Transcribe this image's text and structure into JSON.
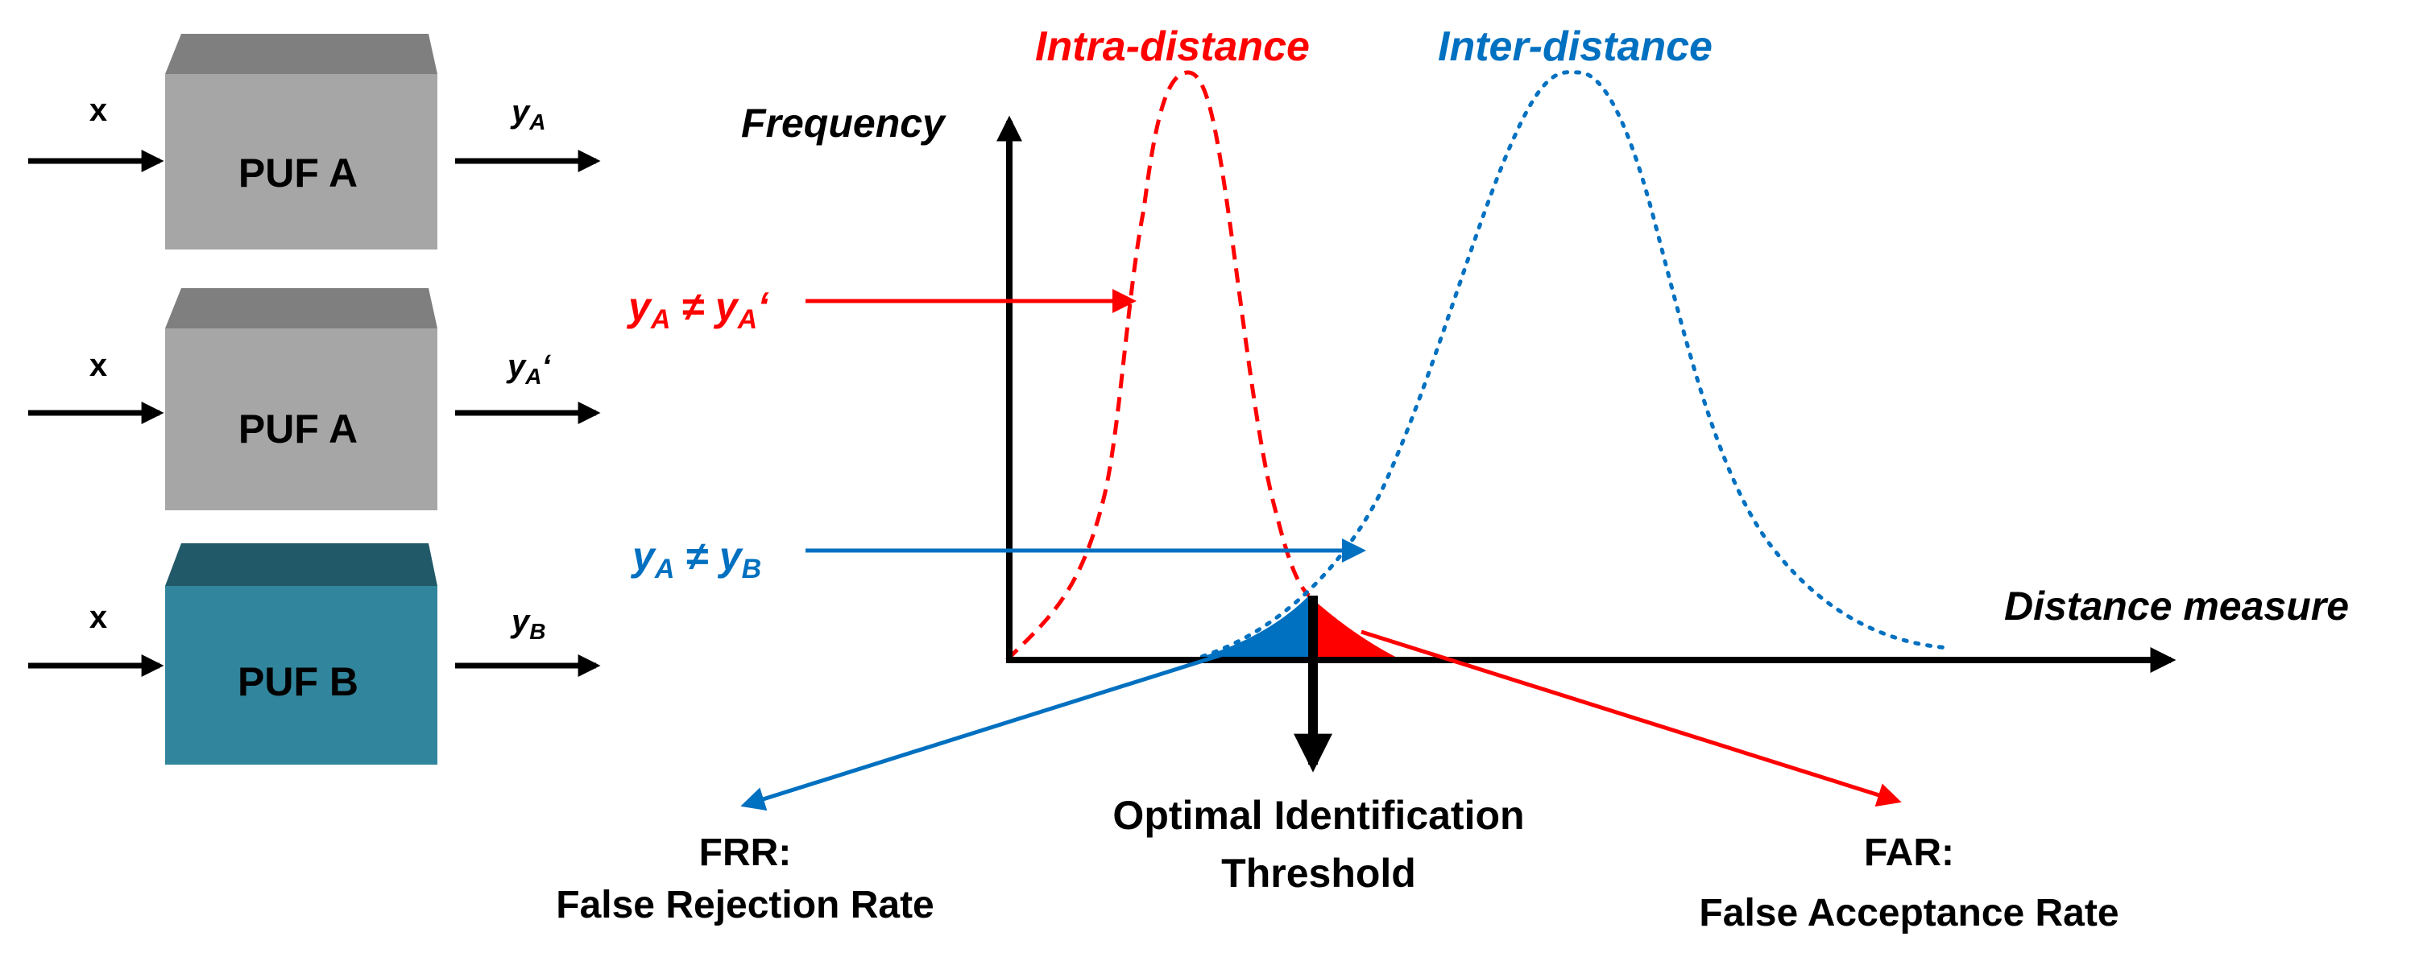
{
  "colors": {
    "intra": "#ff0000",
    "inter": "#0070c0",
    "axis": "#000000",
    "puf_a_front": "#a6a6a6",
    "puf_a_top": "#7f7f7f",
    "puf_b_front": "#31859c",
    "puf_b_top": "#215968"
  },
  "pufs": [
    {
      "name": "PUF A",
      "input": "x",
      "output": "y",
      "output_sub": "A",
      "output_prime": ""
    },
    {
      "name": "PUF A",
      "input": "x",
      "output": "y",
      "output_sub": "A",
      "output_prime": "‘"
    },
    {
      "name": "PUF B",
      "input": "x",
      "output": "y",
      "output_sub": "B",
      "output_prime": ""
    }
  ],
  "plot": {
    "y_axis_label": "Frequency",
    "x_axis_label": "Distance measure",
    "intra_label": "Intra-distance",
    "inter_label": "Inter-distance"
  },
  "relations": {
    "intra": {
      "lhs": "y",
      "lhs_sub": "A",
      "op": "≠",
      "rhs": "y",
      "rhs_sub": "A",
      "rhs_prime": "‘"
    },
    "inter": {
      "lhs": "y",
      "lhs_sub": "A",
      "op": "≠",
      "rhs": "y",
      "rhs_sub": "B",
      "rhs_prime": ""
    }
  },
  "annotations": {
    "frr_line1": "FRR:",
    "frr_line2": "False Rejection Rate",
    "threshold_line1": "Optimal Identification",
    "threshold_line2": "Threshold",
    "far_line1": "FAR:",
    "far_line2": "False Acceptance Rate"
  }
}
